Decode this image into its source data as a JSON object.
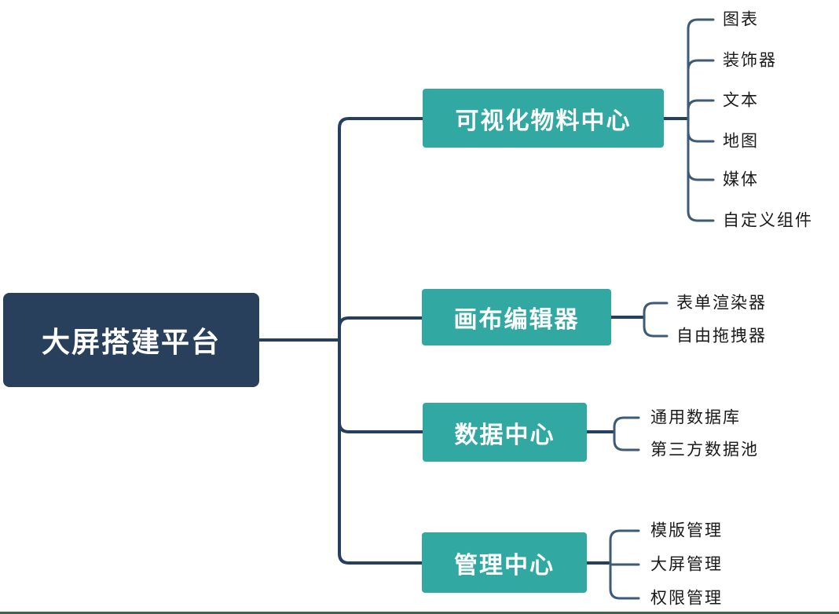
{
  "mindmap": {
    "root": {
      "label": "大屏搭建平台"
    },
    "branches": [
      {
        "label": "可视化物料中心",
        "children": [
          "图表",
          "装饰器",
          "文本",
          "地图",
          "媒体",
          "自定义组件"
        ]
      },
      {
        "label": "画布编辑器",
        "children": [
          "表单渲染器",
          "自由拖拽器"
        ]
      },
      {
        "label": "数据中心",
        "children": [
          "通用数据库",
          "第三方数据池"
        ]
      },
      {
        "label": "管理中心",
        "children": [
          "模版管理",
          "大屏管理",
          "权限管理"
        ]
      }
    ]
  },
  "colors": {
    "root_bg": "#28405C",
    "branch_bg": "#31A8A2",
    "node_text": "#FFFFFF",
    "line_main": "#24405E",
    "line_sub": "#3D5A76",
    "leaf_text": "#1A1A1A",
    "bottom_line": "#3E6453"
  }
}
